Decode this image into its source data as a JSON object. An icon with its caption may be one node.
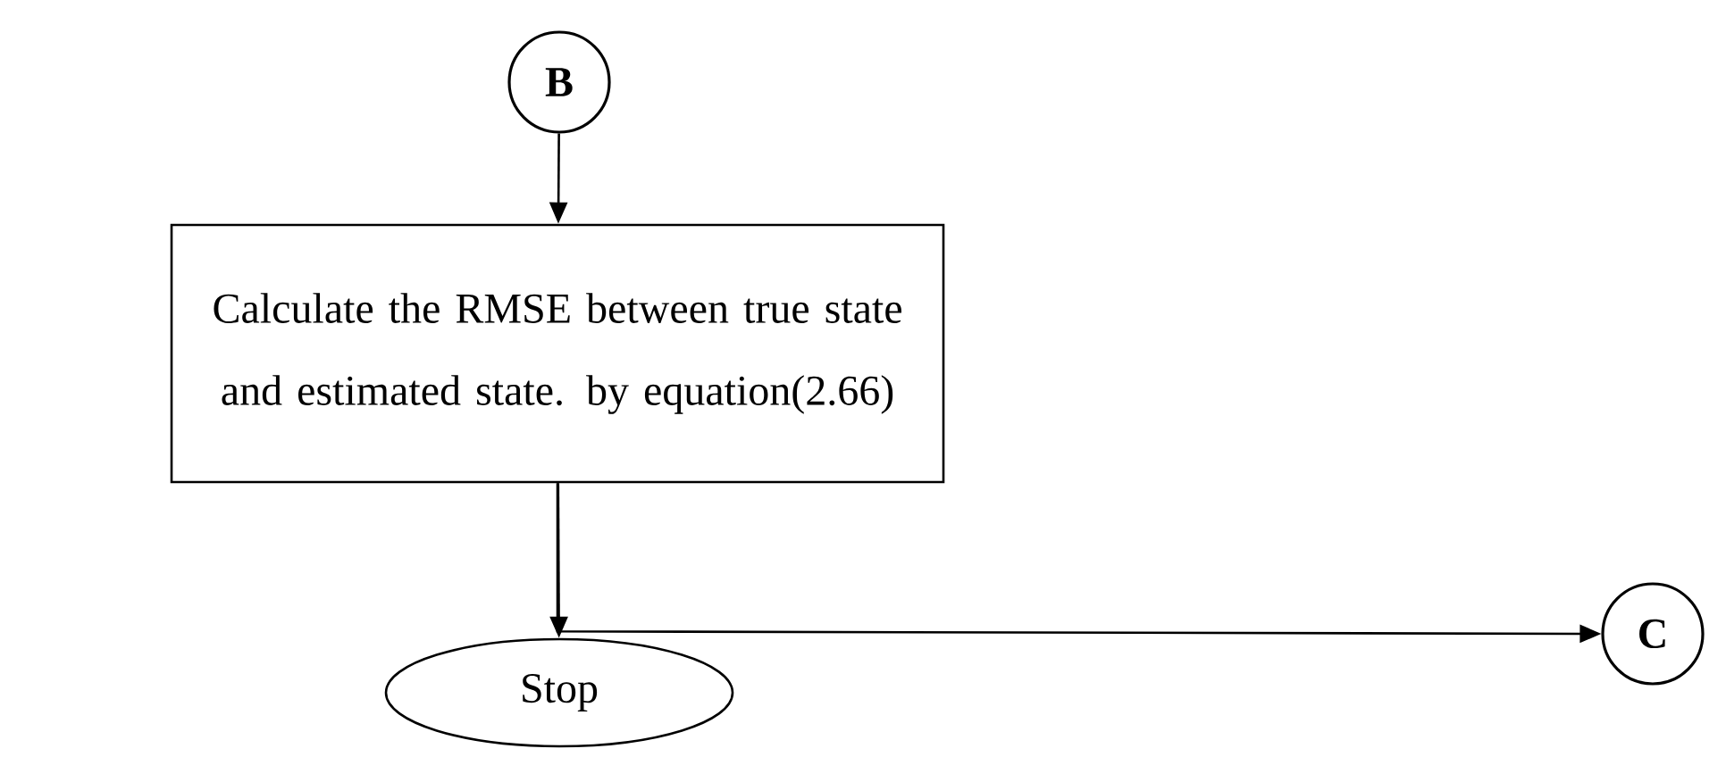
{
  "diagram": {
    "nodes": [
      {
        "text": [
          "B"
        ]
      },
      {
        "text": [
          "Calculate the RMSE between true state and estimated state. by equation(2.66)"
        ]
      },
      {
        "text": [
          "Stop"
        ]
      },
      {
        "text": [
          "C"
        ]
      }
    ],
    "edges": [
      {
        "from": 0,
        "to": 1,
        "arrow": "to"
      },
      {
        "from": 1,
        "to": 2,
        "arrow": "to"
      },
      {
        "from": 1,
        "to": 3,
        "arrow": "to"
      }
    ]
  }
}
